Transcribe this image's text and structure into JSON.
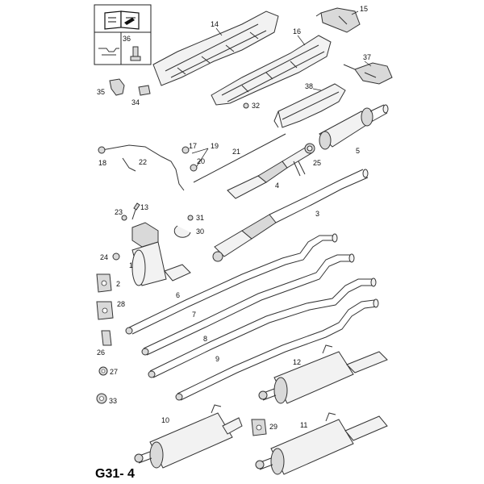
{
  "figure_code": "G31- 4",
  "inset_label": "36",
  "callouts": {
    "c1": "1",
    "c2": "2",
    "c3": "3",
    "c4": "4",
    "c5": "5",
    "c6": "6",
    "c7": "7",
    "c8": "8",
    "c9": "9",
    "c10": "10",
    "c11": "11",
    "c12": "12",
    "c13": "13",
    "c14": "14",
    "c15": "15",
    "c16": "16",
    "c17": "17",
    "c18": "18",
    "c19": "19",
    "c20": "20",
    "c21": "21",
    "c22": "22",
    "c23": "23",
    "c24": "24",
    "c25": "25",
    "c26": "26",
    "c27": "27",
    "c28": "28",
    "c29": "29",
    "c30": "30",
    "c31": "31",
    "c32": "32",
    "c33": "33",
    "c34": "34",
    "c35": "35",
    "c37": "37",
    "c38": "38"
  },
  "icons": {
    "manual": "repair-manual-icon"
  }
}
